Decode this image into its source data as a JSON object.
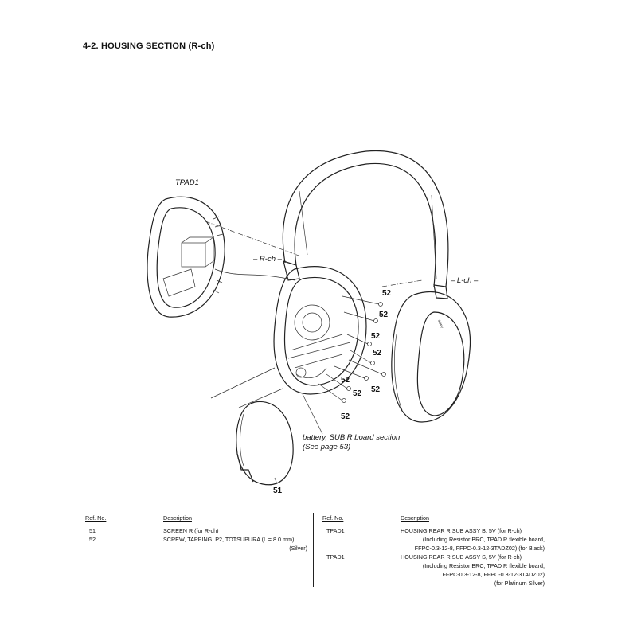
{
  "section_title": "4-2.   HOUSING  SECTION (R-ch)",
  "labels": {
    "tpad1": "TPAD1",
    "r_ch": "– R-ch –",
    "l_ch": "– L-ch –",
    "battery_line1": "battery, SUB R board section",
    "battery_line2": "(See page 53)",
    "ref51": "51",
    "ref52": "52"
  },
  "table": {
    "headers": {
      "ref_no": "Ref. No.",
      "description": "Description"
    },
    "left_rows": [
      {
        "ref": "51",
        "desc": [
          "SCREEN R (for R-ch)"
        ]
      },
      {
        "ref": "52",
        "desc": [
          "SCREW, TAPPING, P2, TOTSUPURA (L = 8.0 mm)",
          "(Silver)"
        ]
      }
    ],
    "right_rows": [
      {
        "ref": "TPAD1",
        "desc": [
          "HOUSING REAR R SUB ASSY B, 5V (for R-ch)",
          "(Including Resistor BRC, TPAD R flexible board,",
          "FFPC-0.3-12-8, FFPC-0.3-12-3TADZ02) (for Black)"
        ]
      },
      {
        "ref": "TPAD1",
        "desc": [
          "HOUSING REAR R SUB ASSY S, 5V (for R-ch)",
          "(Including Resistor BRC, TPAD R flexible board,",
          "FFPC-0.3-12-8, FFPC-0.3-12-3TADZ02)",
          "(for Platinum Silver)"
        ]
      }
    ]
  }
}
